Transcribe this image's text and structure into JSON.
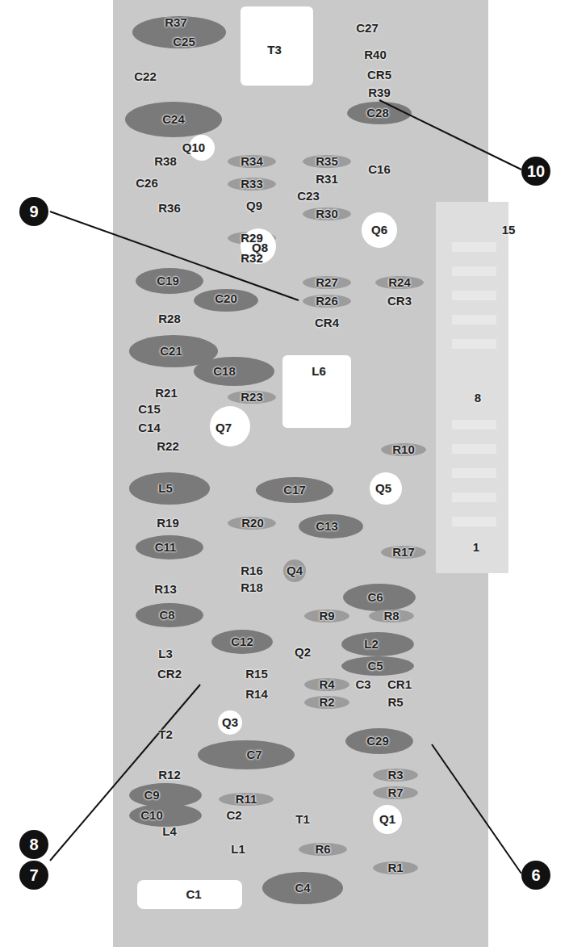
{
  "diagram": {
    "labels": [
      "R37",
      "C25",
      "T3",
      "C27",
      "R40",
      "CR5",
      "R39",
      "C28",
      "C22",
      "C24",
      "Q10",
      "R38",
      "R34",
      "R35",
      "C16",
      "C26",
      "R33",
      "R31",
      "Q9",
      "C23",
      "R36",
      "R30",
      "Q6",
      "15",
      "R29",
      "Q8",
      "R32",
      "C19",
      "R27",
      "R24",
      "R26",
      "CR3",
      "C20",
      "R28",
      "CR4",
      "C21",
      "C18",
      "L6",
      "R21",
      "R23",
      "C15",
      "8",
      "C14",
      "Q7",
      "R22",
      "R10",
      "L5",
      "C17",
      "Q5",
      "R19",
      "R20",
      "C13",
      "C11",
      "R17",
      "1",
      "R16",
      "R18",
      "Q4",
      "R13",
      "C6",
      "C8",
      "R9",
      "R8",
      "C12",
      "Q2",
      "L2",
      "L3",
      "C5",
      "CR2",
      "R15",
      "C3",
      "R4",
      "CR1",
      "R14",
      "R2",
      "R5",
      "Q3",
      "C29",
      "T2",
      "C7",
      "R12",
      "R3",
      "R7",
      "C9",
      "R11",
      "C10",
      "C2",
      "T1",
      "Q1",
      "L4",
      "L1",
      "R6",
      "R1",
      "C1",
      "C4",
      "9",
      "10",
      "8",
      "7",
      "6"
    ]
  }
}
